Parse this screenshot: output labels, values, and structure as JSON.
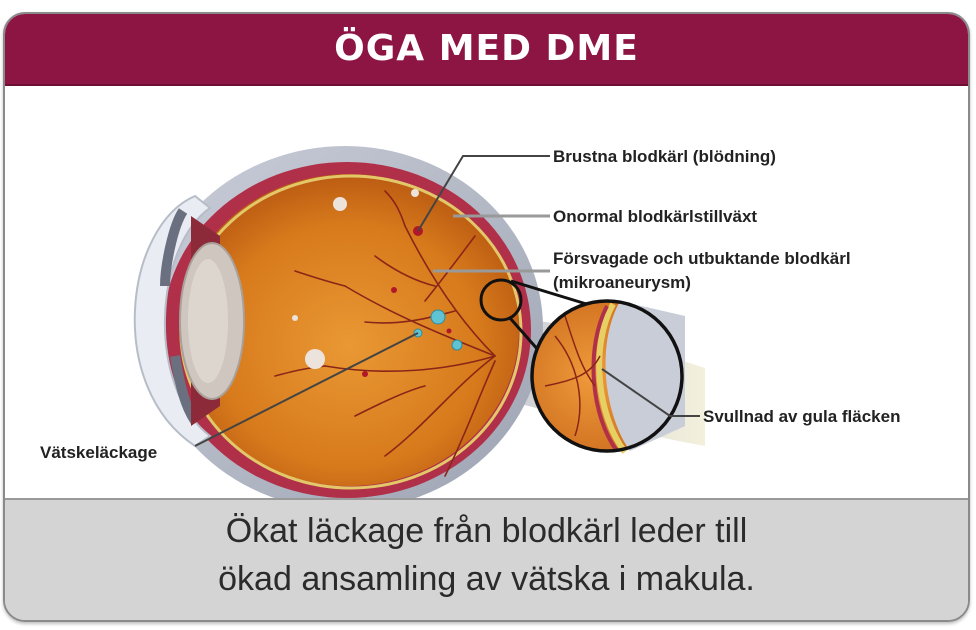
{
  "title": "ÖGA MED DME",
  "labels": {
    "hemorrhage": "Brustna blodkärl (blödning)",
    "neovascularization": "Onormal blodkärlstillväxt",
    "microaneurysm_1": "Försvagade och utbuktande blodkärl",
    "microaneurysm_2": "(mikroaneurysm)",
    "macular_swelling": "Svullnad av gula fläcken",
    "fluid_leakage": "Vätskeläckage"
  },
  "caption": {
    "line1": "Ökat läckage från blodkärl leder till",
    "line2": "ökad ansamling av vätska i makula."
  },
  "colors": {
    "header": "#8c1544",
    "footer": "#d4d4d4",
    "retina": "#d8781a"
  }
}
